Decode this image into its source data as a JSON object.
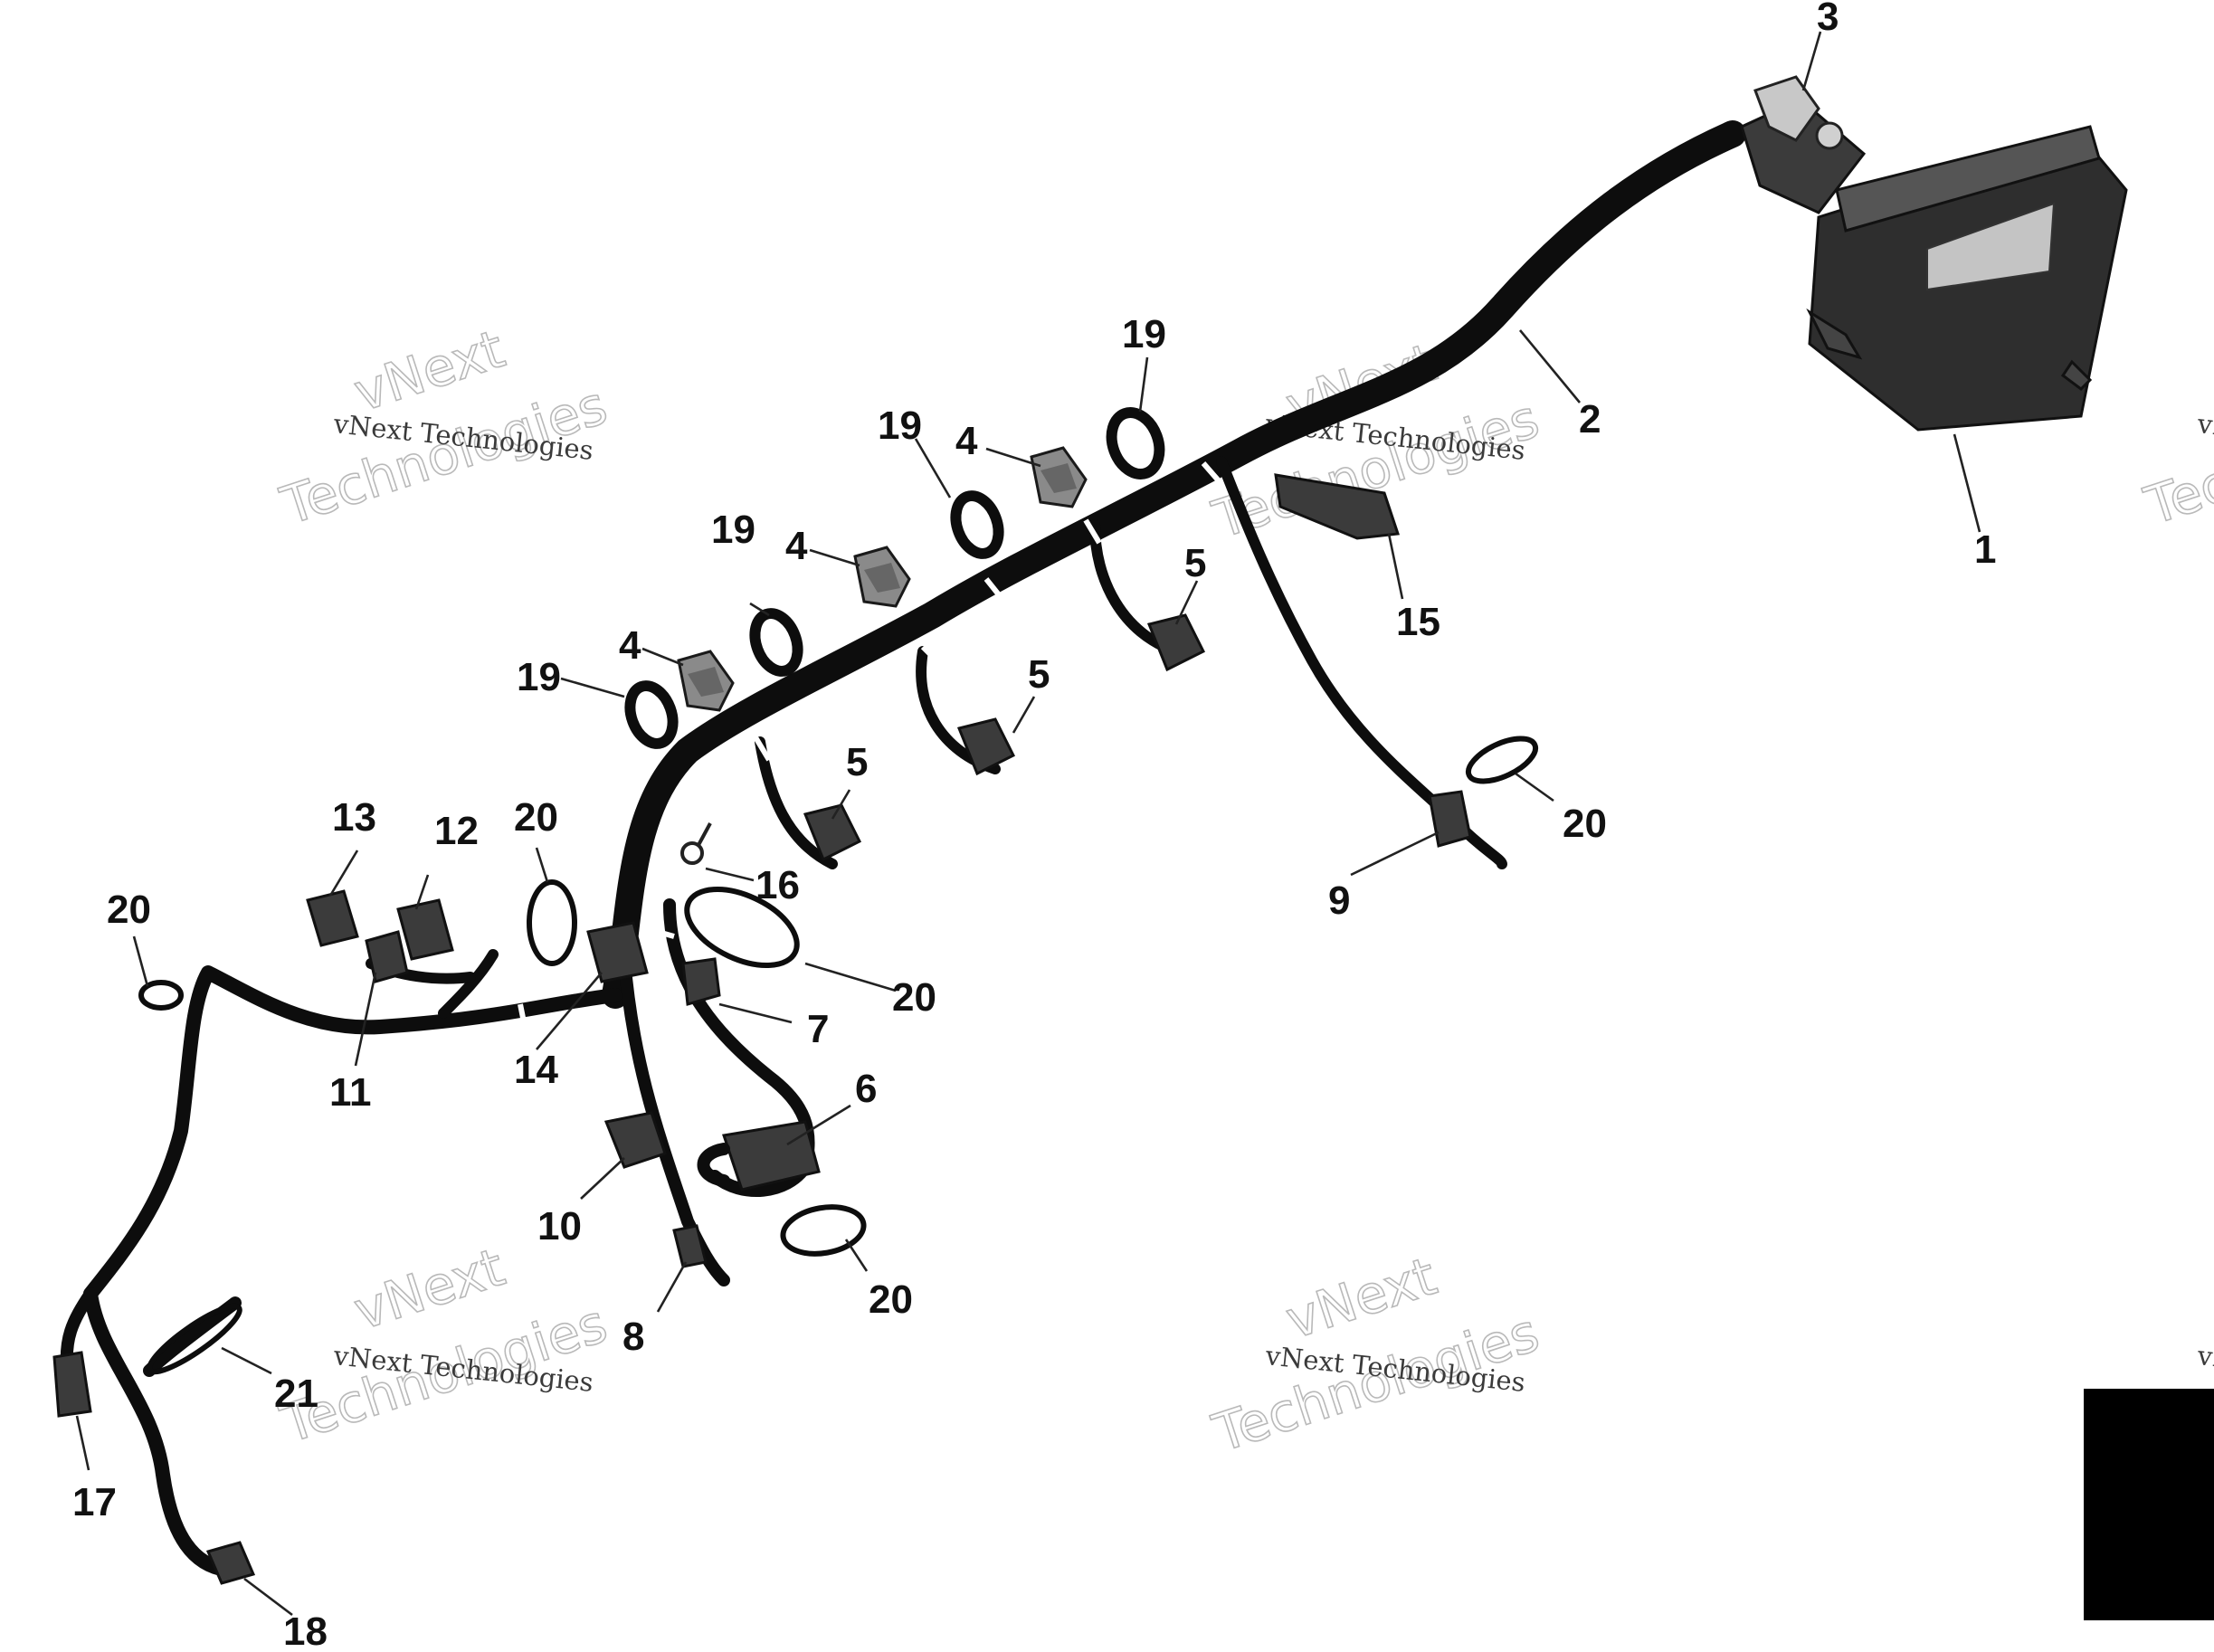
{
  "watermark": {
    "line1": "vNext Technologies",
    "line2": "vNext",
    "line3": "Technologies"
  },
  "callouts": [
    {
      "id": "c1",
      "label": "1"
    },
    {
      "id": "c2",
      "label": "2"
    },
    {
      "id": "c3",
      "label": "3"
    },
    {
      "id": "c4a",
      "label": "4"
    },
    {
      "id": "c4b",
      "label": "4"
    },
    {
      "id": "c4c",
      "label": "4"
    },
    {
      "id": "c5a",
      "label": "5"
    },
    {
      "id": "c5b",
      "label": "5"
    },
    {
      "id": "c5c",
      "label": "5"
    },
    {
      "id": "c6",
      "label": "6"
    },
    {
      "id": "c7",
      "label": "7"
    },
    {
      "id": "c8",
      "label": "8"
    },
    {
      "id": "c9",
      "label": "9"
    },
    {
      "id": "c10",
      "label": "10"
    },
    {
      "id": "c11",
      "label": "11"
    },
    {
      "id": "c12",
      "label": "12"
    },
    {
      "id": "c13",
      "label": "13"
    },
    {
      "id": "c14",
      "label": "14"
    },
    {
      "id": "c15",
      "label": "15"
    },
    {
      "id": "c16",
      "label": "16"
    },
    {
      "id": "c17",
      "label": "17"
    },
    {
      "id": "c18",
      "label": "18"
    },
    {
      "id": "c19a",
      "label": "19"
    },
    {
      "id": "c19b",
      "label": "19"
    },
    {
      "id": "c19c",
      "label": "19"
    },
    {
      "id": "c19d",
      "label": "19"
    },
    {
      "id": "c20a",
      "label": "20"
    },
    {
      "id": "c20b",
      "label": "20"
    },
    {
      "id": "c20c",
      "label": "20"
    },
    {
      "id": "c20d",
      "label": "20"
    },
    {
      "id": "c20e",
      "label": "20"
    },
    {
      "id": "c21",
      "label": "21"
    }
  ]
}
